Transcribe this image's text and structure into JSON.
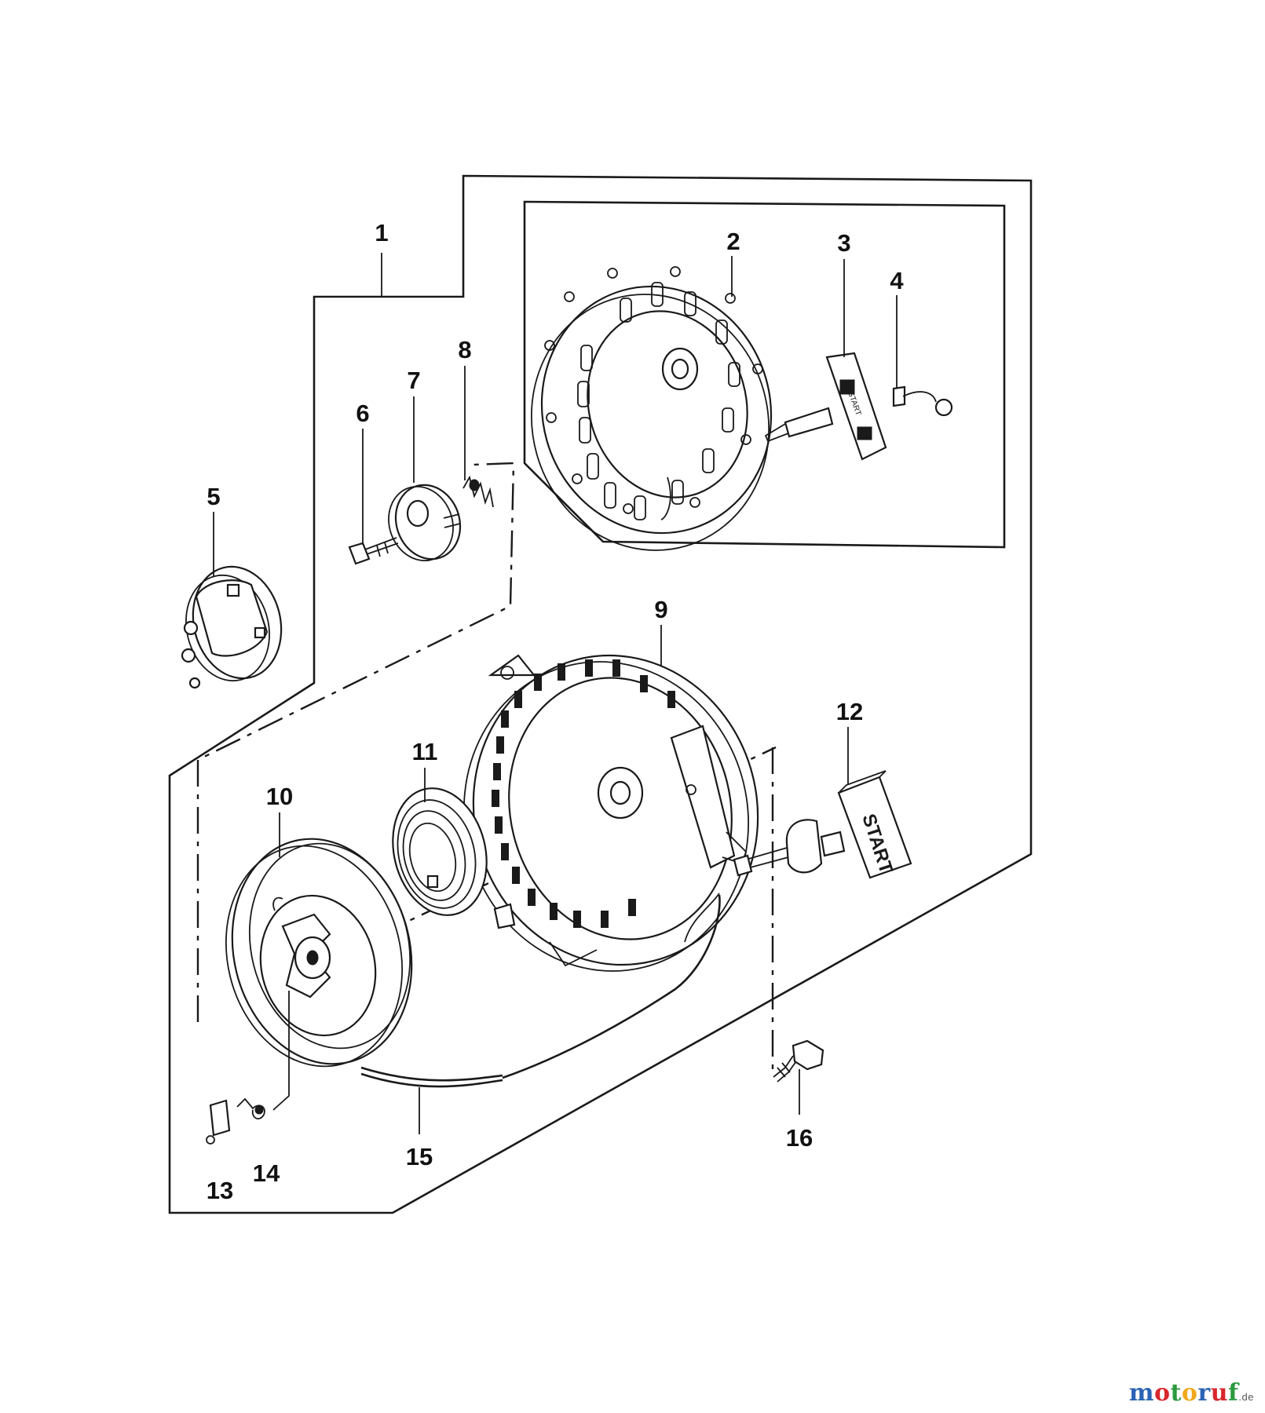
{
  "diagram": {
    "part_labels": [
      "1",
      "2",
      "3",
      "4",
      "5",
      "6",
      "7",
      "8",
      "9",
      "10",
      "11",
      "12",
      "13",
      "14",
      "15",
      "16"
    ],
    "handle_text_upper": "START",
    "handle_text_lower": "START"
  },
  "watermark": {
    "text": "motoruf",
    "tld": ".de",
    "colors": [
      "#2b63b5",
      "#d8272d",
      "#2b9a3e",
      "#f0a81c",
      "#2b63b5",
      "#d8272d",
      "#2b9a3e"
    ]
  }
}
